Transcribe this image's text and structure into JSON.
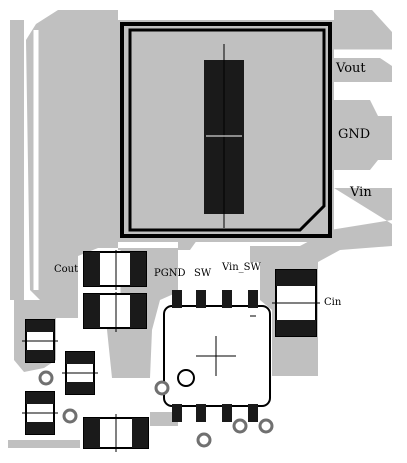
{
  "colors": {
    "background": "#ffffff",
    "copper": "#c0c0c0",
    "outline": "#000000",
    "pad_dark": "#1a1a1a",
    "via_ring": "#707070"
  },
  "labels": {
    "vout": "Vout",
    "gnd": "GND",
    "vin": "Vin",
    "cout": "Cout",
    "pgnd": "PGND",
    "sw": "SW",
    "vin_sw": "Vin_SW",
    "cin": "Cin"
  }
}
